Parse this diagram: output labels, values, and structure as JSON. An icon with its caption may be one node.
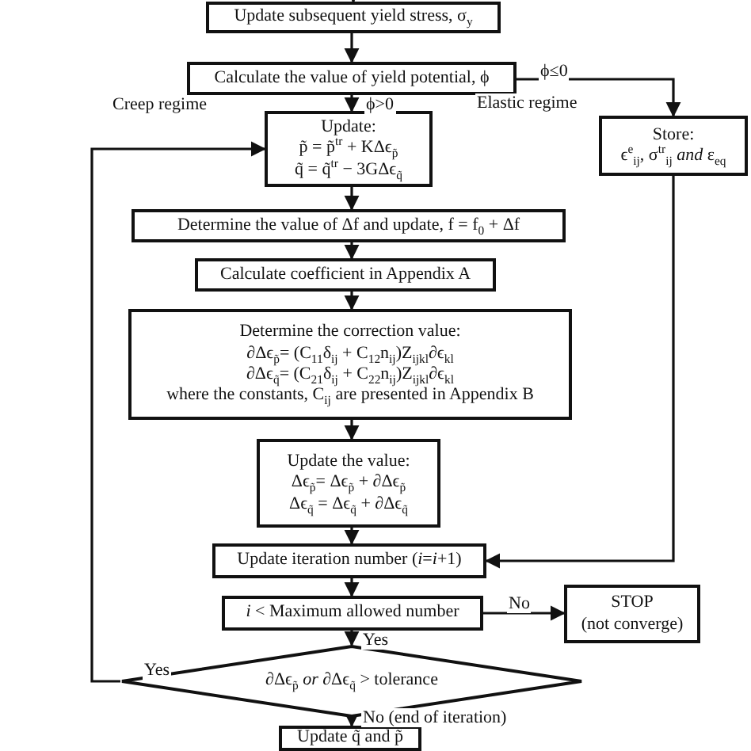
{
  "diagram": {
    "nodes": [
      {
        "text": [
          "Update subsequent yield stress, σ$_{y}$"
        ]
      },
      {
        "text": [
          "Calculate the value of yield potential, ϕ"
        ]
      },
      {
        "text": [
          "Update:",
          "p̃ = p̃$^{tr}$ + KΔϵ$_{p̃}$",
          "q̃ = q̃$^{tr}$ − 3GΔϵ$_{q̃}$"
        ]
      },
      {
        "text": [
          "Store:",
          "ϵ$^{e}$$_{ij}$, σ$^{tr}$$_{ij}$ *and* ε$_{eq}$"
        ]
      },
      {
        "text": [
          "Determine the value of Δf and update, f = f$_{0}$ + Δf"
        ]
      },
      {
        "text": [
          "Calculate coefficient in Appendix A"
        ]
      },
      {
        "text": [
          "Determine the correction value:",
          "∂Δϵ$_{p̃}$= (C$_{11}$δ$_{ij}$ + C$_{12}$n$_{ij}$)Z$_{ijkl}$∂ϵ$_{kl}$",
          "∂Δϵ$_{q̃}$= (C$_{21}$δ$_{ij}$ + C$_{22}$n$_{ij}$)Z$_{ijkl}$∂ϵ$_{kl}$",
          "where the constants, C$_{ij}$ are presented in Appendix B"
        ]
      },
      {
        "text": [
          "Update the value:",
          "Δϵ$_{p̃}$= Δϵ$_{p̃}$ + ∂Δϵ$_{p̃}$",
          "Δϵ$_{q̃}$ = Δϵ$_{q̃}$ + ∂Δϵ$_{q̃}$"
        ]
      },
      {
        "text": [
          "Update iteration number (*i*=*i*+1)"
        ]
      },
      {
        "text": [
          "*i* < Maximum allowed number"
        ]
      },
      {
        "text": [
          "STOP",
          "(not converge)"
        ]
      },
      {
        "text": [
          "∂Δϵ$_{p̃}$ *or* ∂Δϵ$_{q̃}$ > tolerance"
        ]
      },
      {
        "text": [
          "Update q̃ and p̃"
        ]
      }
    ],
    "edges": [
      {
        "from": null,
        "to": 0,
        "arrow": "to"
      },
      {
        "from": 0,
        "to": 1,
        "arrow": "to"
      },
      {
        "from": 1,
        "to": 2,
        "arrow": "to",
        "label": "ϕ>0"
      },
      {
        "from": 1,
        "to": 3,
        "arrow": "to",
        "label": "ϕ≤0"
      },
      {
        "from": 2,
        "to": 4,
        "arrow": "to"
      },
      {
        "from": 4,
        "to": 5,
        "arrow": "to"
      },
      {
        "from": 5,
        "to": 6,
        "arrow": "to"
      },
      {
        "from": 6,
        "to": 7,
        "arrow": "to"
      },
      {
        "from": 7,
        "to": 8,
        "arrow": "to"
      },
      {
        "from": 3,
        "to": 8,
        "arrow": "to"
      },
      {
        "from": 8,
        "to": 9,
        "arrow": "to"
      },
      {
        "from": 9,
        "to": 10,
        "arrow": "to",
        "label": "No"
      },
      {
        "from": 9,
        "to": 11,
        "arrow": "to",
        "label": "Yes"
      },
      {
        "from": 11,
        "to": 2,
        "arrow": "to",
        "label": "Yes"
      },
      {
        "from": 11,
        "to": 12,
        "arrow": "to",
        "label": "No (end of iteration)"
      }
    ],
    "labels": [
      "Creep regime",
      "Elastic regime"
    ]
  }
}
